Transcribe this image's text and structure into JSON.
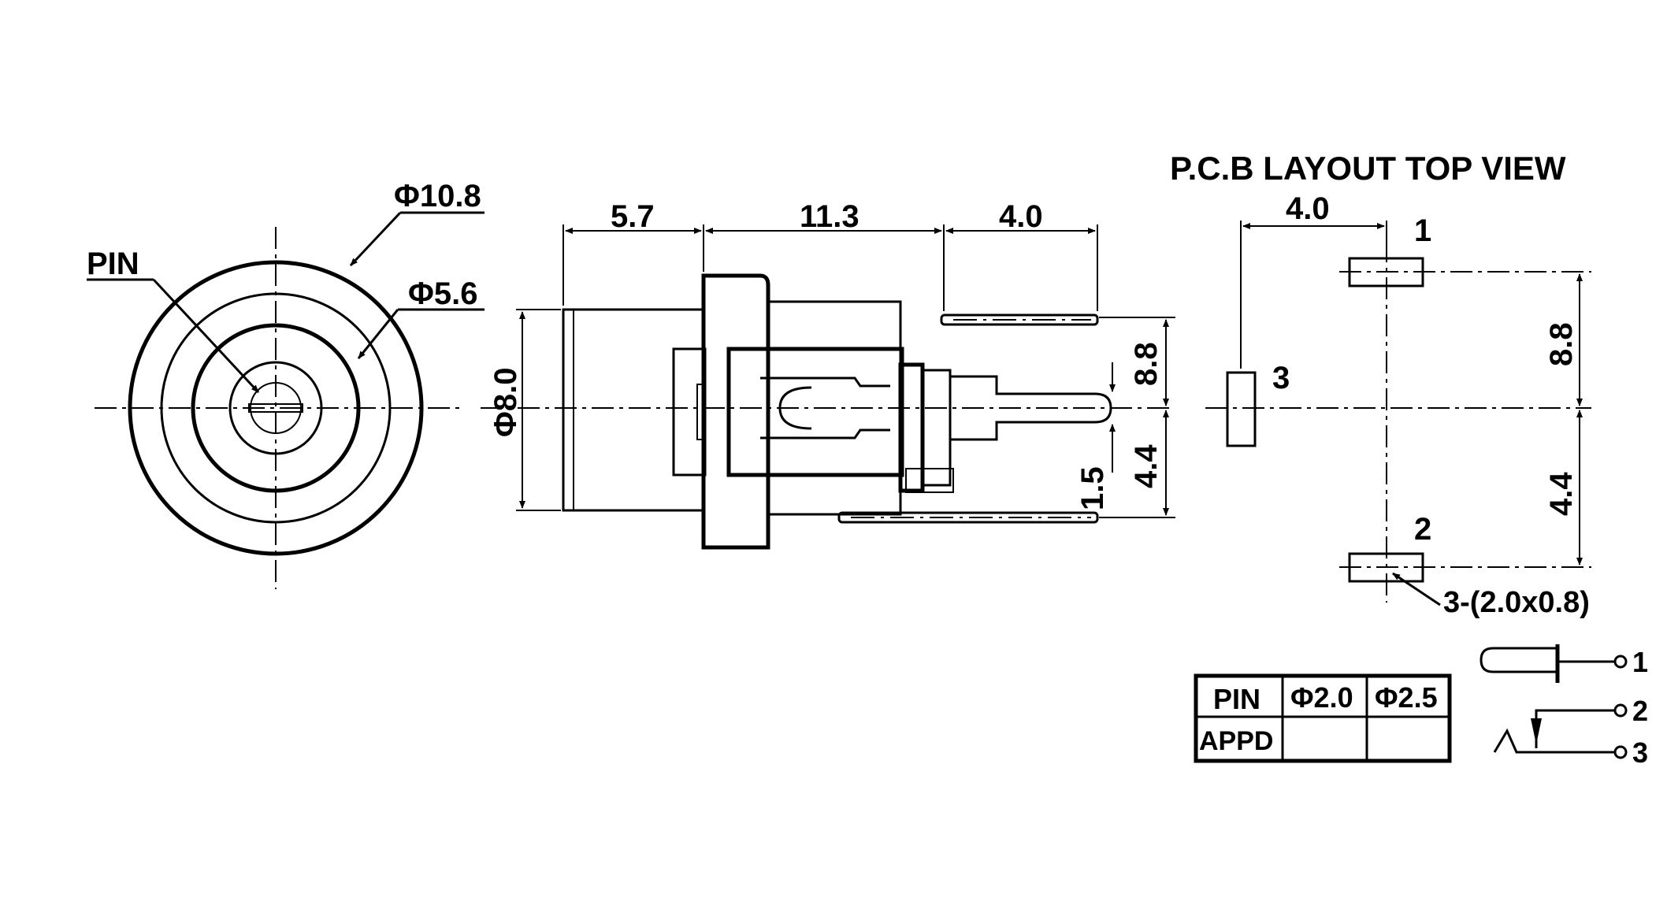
{
  "title": "P.C.B LAYOUT  TOP VIEW",
  "front_view": {
    "dia_outer": "Φ10.8",
    "dia_inner": "Φ5.6",
    "pin_label": "PIN"
  },
  "side_view": {
    "dim_a": "5.7",
    "dim_b": "11.3",
    "dim_c": "4.0",
    "dia_body": "Φ8.0",
    "dim_upper": "8.8",
    "dim_lower": "4.4",
    "dim_pin": "1.5"
  },
  "layout_view": {
    "dim_top": "4.0",
    "dim_upper": "8.8",
    "dim_lower": "4.4",
    "pad_1": "1",
    "pad_2": "2",
    "pad_3": "3",
    "pad_note": "3-(2.0x0.8)"
  },
  "table": {
    "header": [
      "PIN",
      "Φ2.0",
      "Φ2.5"
    ],
    "row": [
      "APPD",
      "",
      ""
    ]
  },
  "schematic": {
    "t1": "1",
    "t2": "2",
    "t3": "3"
  }
}
